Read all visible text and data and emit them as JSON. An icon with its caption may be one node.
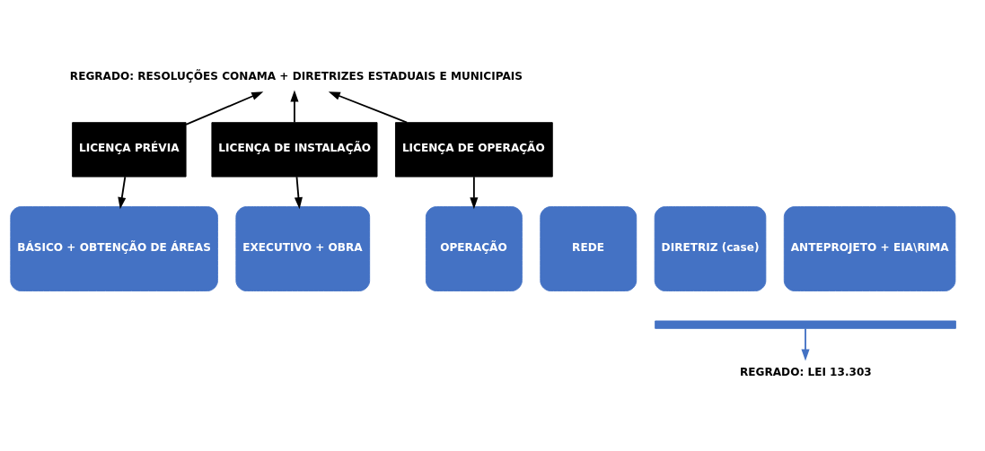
{
  "diagram": {
    "nodes": [
      {
        "text": [
          "REGRADO: RESOLUÇÕES CONAMA + DIRETRIZES ESTADUAIS E MUNICIPAIS"
        ]
      },
      {
        "text": [
          "LICENÇA PRÉVIA"
        ]
      },
      {
        "text": [
          "LICENÇA DE INSTALAÇÃO"
        ]
      },
      {
        "text": [
          "LICENÇA DE OPERAÇÃO"
        ]
      },
      {
        "text": [
          "REDE"
        ]
      },
      {
        "text": [
          "DIRETRIZ (case)"
        ]
      },
      {
        "text": [
          "ANTEPROJETO + EIA\\RIMA"
        ]
      },
      {
        "text": [
          "BÁSICO + OBTENÇÃO DE ÁREAS"
        ]
      },
      {
        "text": [
          "EXECUTIVO + OBRA"
        ]
      },
      {
        "text": [
          "OPERAÇÃO"
        ]
      },
      {
        "text": [],
        "shape": "bar"
      },
      {
        "text": [
          "REGRADO: LEI 13.303"
        ]
      }
    ],
    "edges": [
      {
        "from": 1,
        "to": 0,
        "arrow": "to"
      },
      {
        "from": 2,
        "to": 0,
        "arrow": "to"
      },
      {
        "from": 3,
        "to": 0,
        "arrow": "to"
      },
      {
        "from": 1,
        "to": 7,
        "arrow": "to"
      },
      {
        "from": 2,
        "to": 8,
        "arrow": "to"
      },
      {
        "from": 3,
        "to": 9,
        "arrow": "to"
      },
      {
        "from": 10,
        "to": 11,
        "arrow": "to",
        "color": "#4472c4"
      }
    ]
  }
}
